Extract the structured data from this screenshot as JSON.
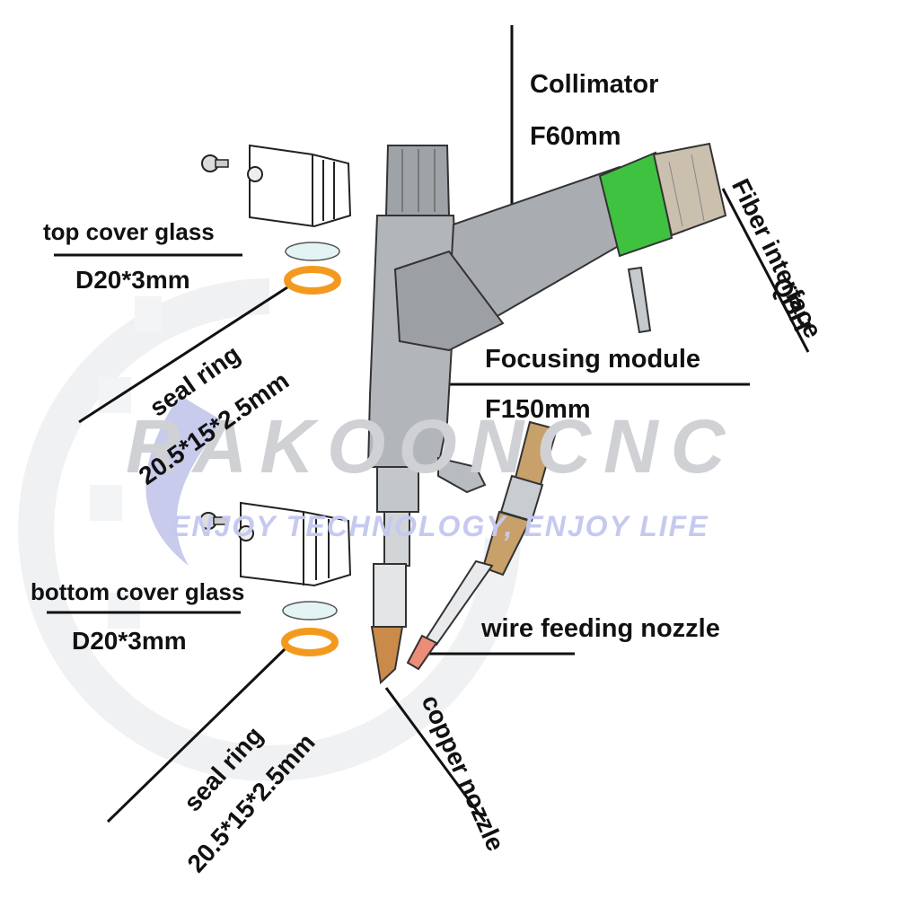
{
  "watermark": {
    "brand": "RAKOONCNC",
    "tagline": "ENJOY TECHNOLOGY, ENJOY LIFE",
    "color": "#7d84c8"
  },
  "labels": {
    "collimator": "Collimator",
    "collimator_focal": "F60mm",
    "fiber_interface": "Fiber interface",
    "fiber_interface_type": "QBH",
    "focusing_module": "Focusing module",
    "focusing_focal": "F150mm",
    "top_cover_glass": "top cover glass",
    "top_cover_glass_size": "D20*3mm",
    "seal_ring_top": "seal ring",
    "seal_ring_top_size": "20.5*15*2.5mm",
    "bottom_cover_glass": "bottom cover glass",
    "bottom_cover_glass_size": "D20*3mm",
    "wire_feeding_nozzle": "wire feeding nozzle",
    "seal_ring_bottom": "seal ring",
    "seal_ring_bottom_size": "20.5*15*2.5mm",
    "copper_nozzle": "copper nozzle"
  },
  "colors": {
    "body_gray": "#a9adb1",
    "body_dark": "#6f7479",
    "qbh_green": "#3fc23f",
    "seal_orange": "#f39a1e",
    "copper": "#c98a4a",
    "glass": "#cfe8ea"
  }
}
